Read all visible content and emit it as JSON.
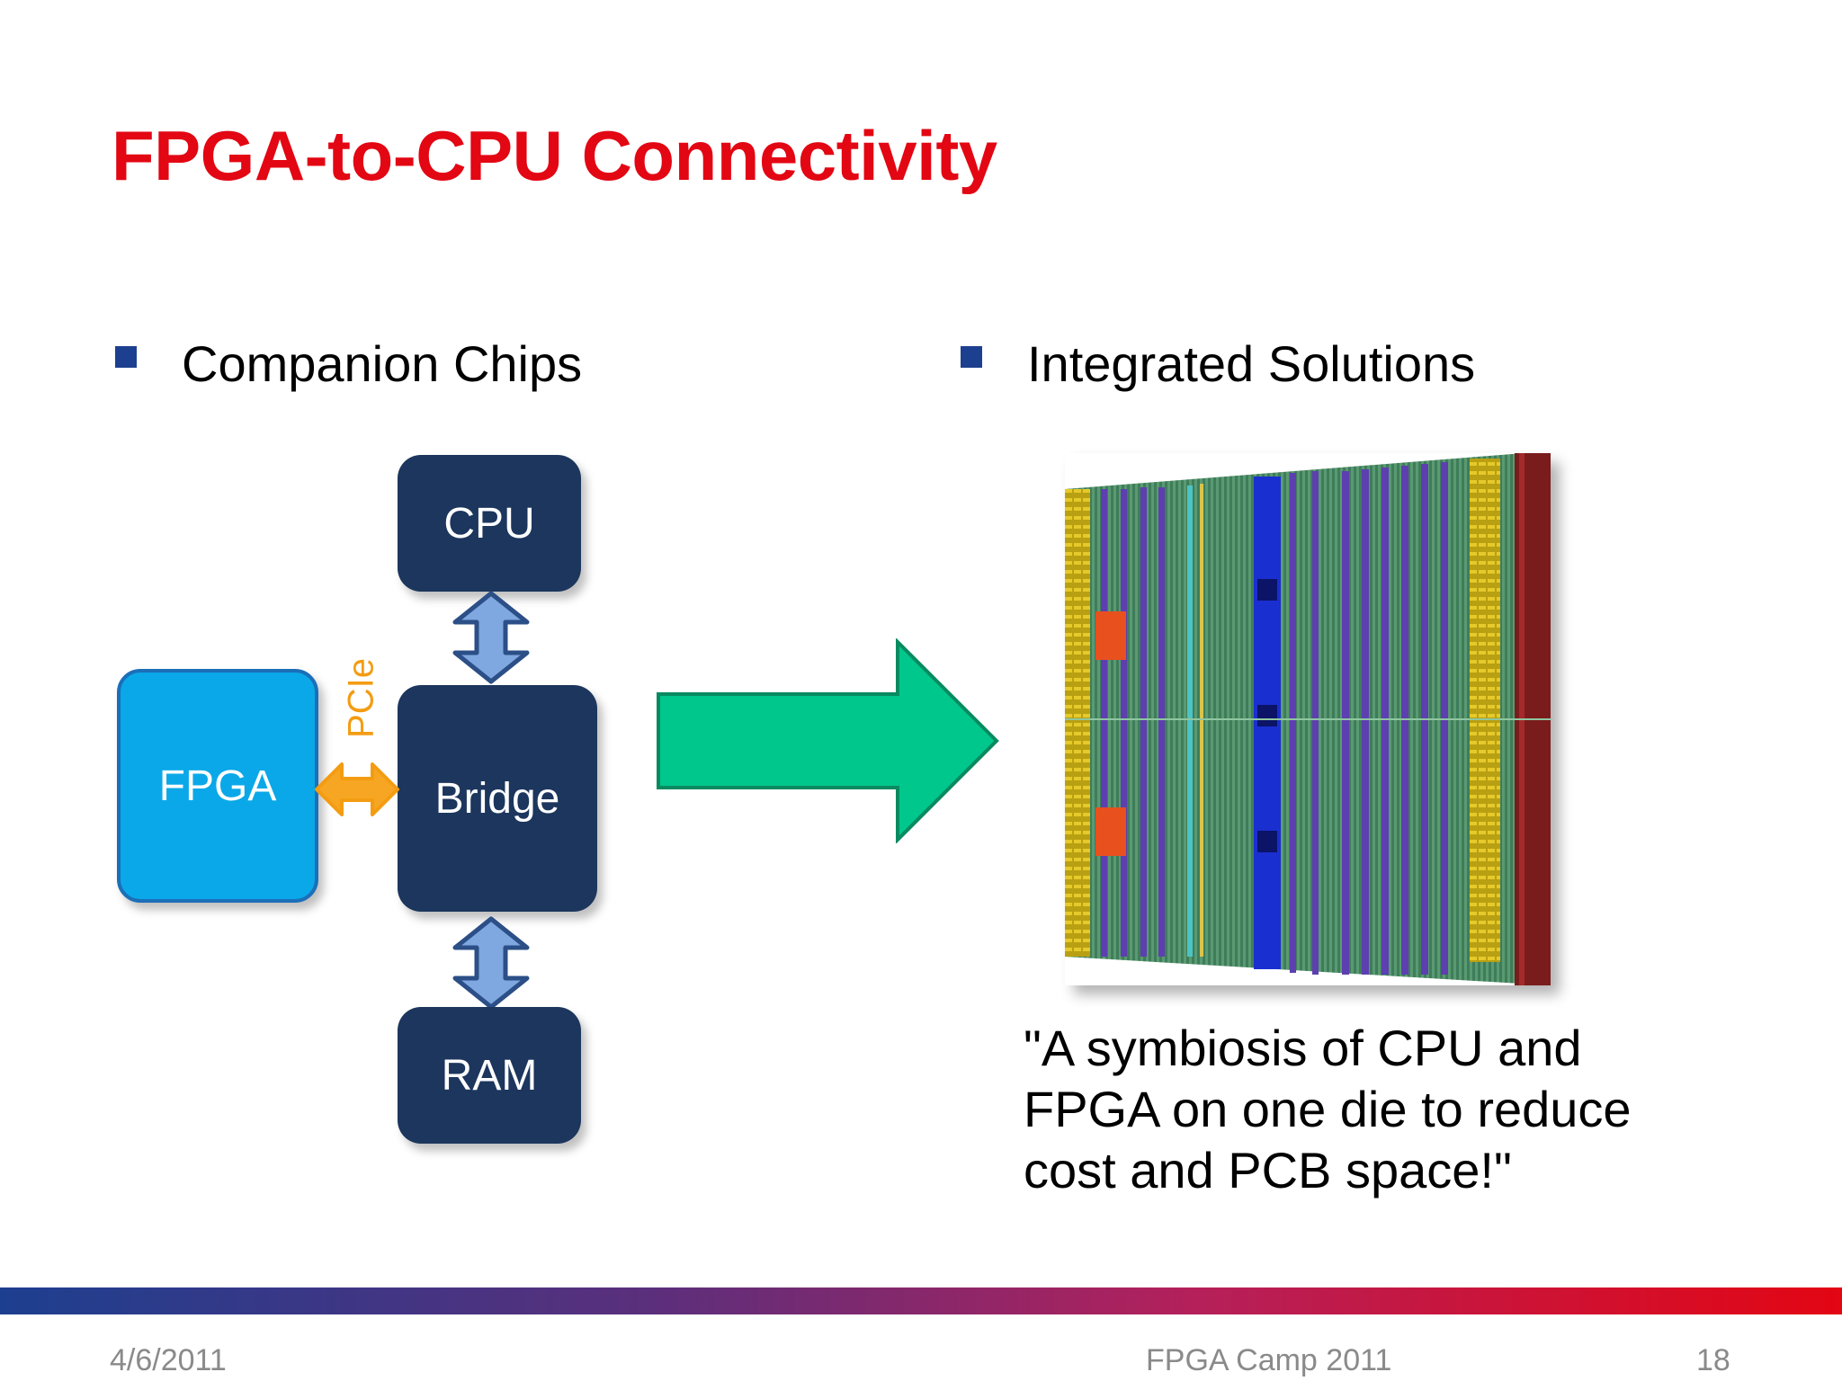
{
  "title": "FPGA-to-CPU Connectivity",
  "left_bullet": "Companion Chips",
  "right_bullet": "Integrated Solutions",
  "diagram": {
    "cpu": "CPU",
    "bridge": "Bridge",
    "fpga": "FPGA",
    "ram": "RAM",
    "link": "PCIe"
  },
  "quote": "\"A symbiosis of CPU and FPGA on one die to reduce cost and PCB space!\"",
  "footer": {
    "date": "4/6/2011",
    "event": "FPGA Camp 2011",
    "page": "18"
  },
  "colors": {
    "title": "#e30613",
    "bullet": "#1d3f8f",
    "box_dark": "#1c365d",
    "fpga": "#0aa8e8",
    "link_arrow": "#f39c12",
    "big_arrow": "#00c78c"
  }
}
